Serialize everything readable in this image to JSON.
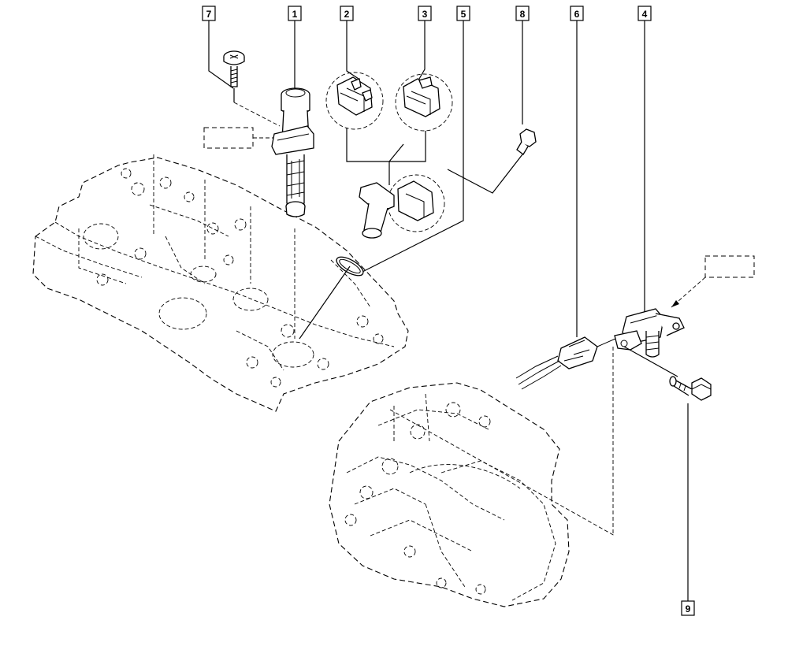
{
  "callouts": [
    {
      "id": "c7",
      "label": "7"
    },
    {
      "id": "c1",
      "label": "1"
    },
    {
      "id": "c2",
      "label": "2"
    },
    {
      "id": "c3",
      "label": "3"
    },
    {
      "id": "c5",
      "label": "5"
    },
    {
      "id": "c8",
      "label": "8"
    },
    {
      "id": "c6",
      "label": "6"
    },
    {
      "id": "c4",
      "label": "4"
    },
    {
      "id": "c9",
      "label": "9"
    }
  ]
}
